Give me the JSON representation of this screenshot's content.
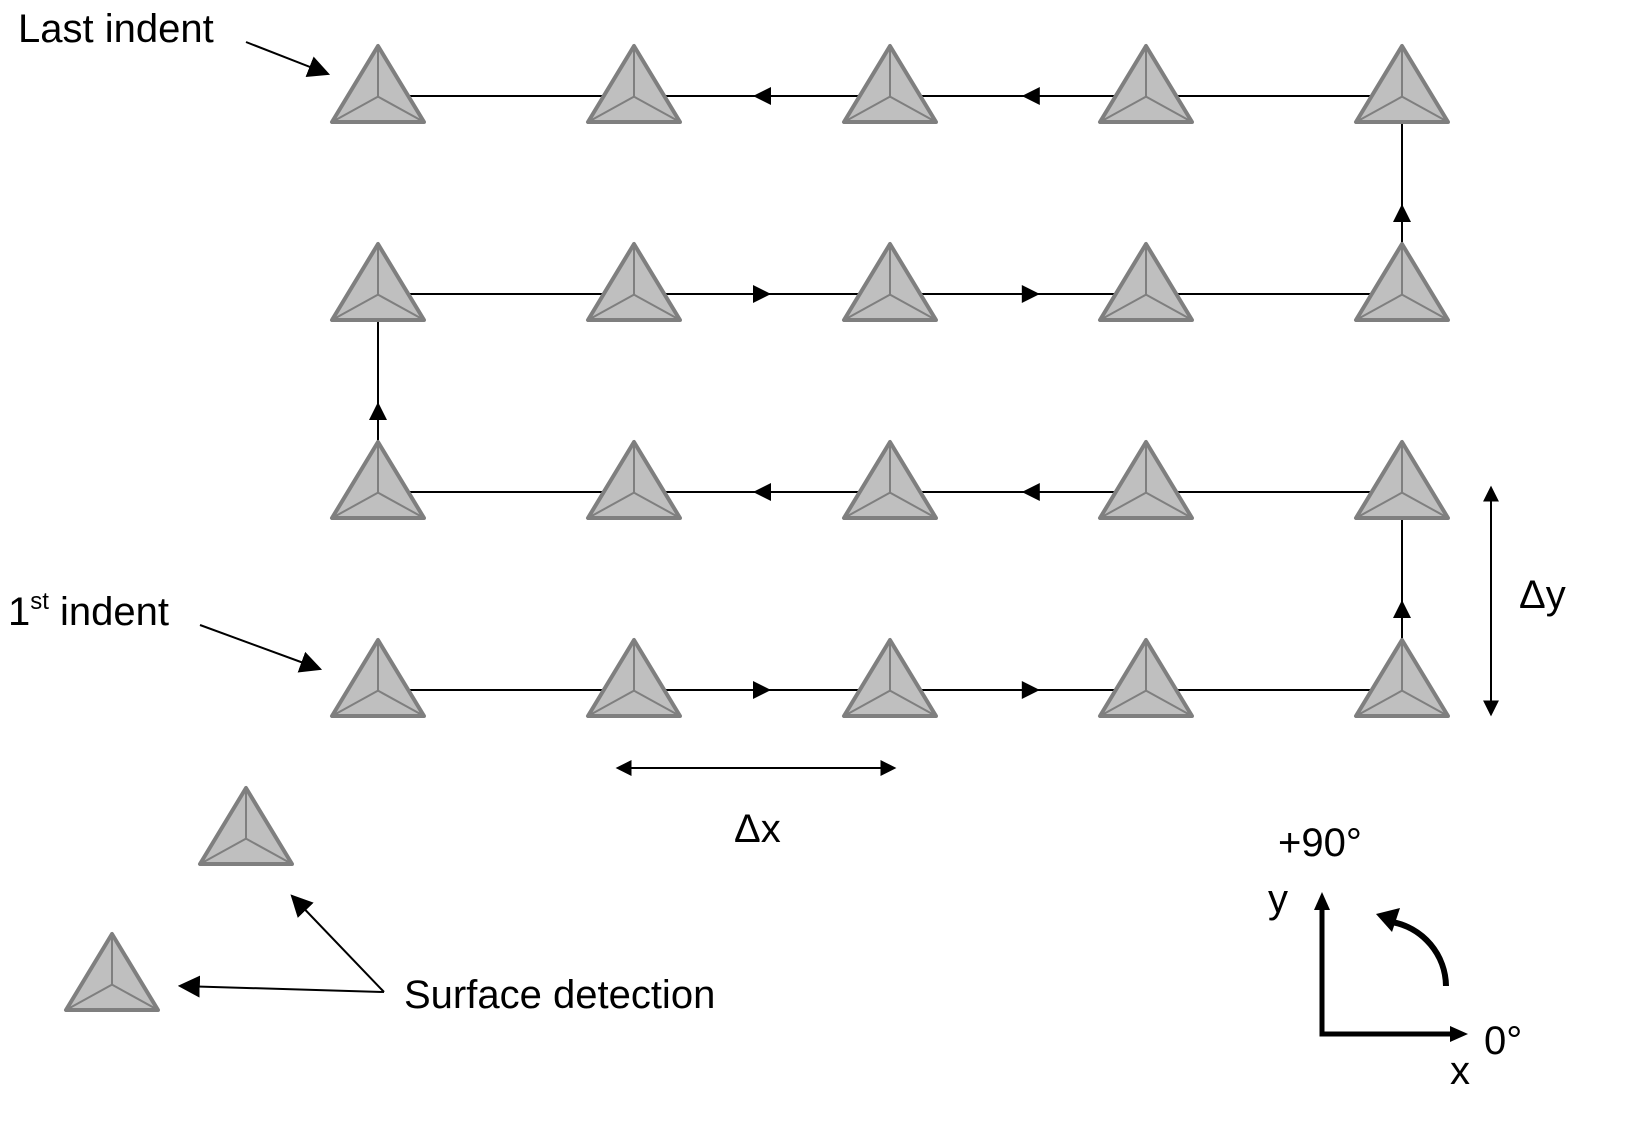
{
  "labels": {
    "last_indent": "Last indent",
    "first_indent_num": "1",
    "first_indent_sup": "st",
    "first_indent_rest": " indent",
    "delta_x": "Δx",
    "delta_y": "Δy",
    "surface_detection": "Surface detection",
    "plus_90": "+90°",
    "zero_deg": "0°",
    "axis_x": "x",
    "axis_y": "y"
  },
  "grid": {
    "columns": 5,
    "rows": 4,
    "traversal": "serpentine",
    "start": "bottom-left",
    "end": "top-left"
  },
  "surface_detection_indents": 2,
  "colors": {
    "indent_fill": "#bfbfbf",
    "indent_stroke": "#7f7f7f",
    "line": "#000000"
  }
}
